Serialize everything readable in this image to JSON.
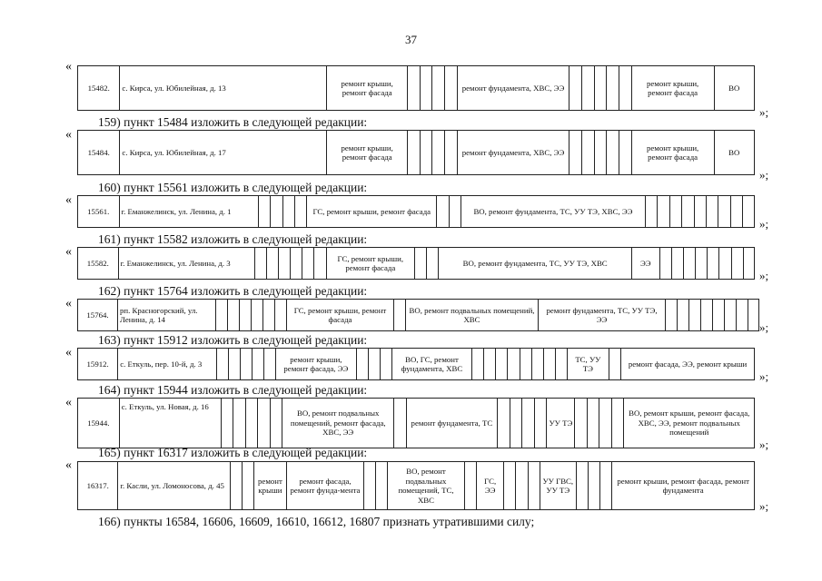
{
  "page_number": "37",
  "quote_open": "«",
  "quote_close": "»;",
  "entries": [
    {
      "row": {
        "number": "15482.",
        "address": "с. Кирса, ул. Юбилейная, д. 13",
        "w1": "ремонт крыши, ремонт фасада",
        "w2": "ремонт фундамента, ХВС, ЭЭ",
        "w3": "ремонт крыши, ремонт фасада",
        "w4": "ВО"
      }
    },
    {
      "caption": "159) пункт 15484 изложить в следующей редакции:",
      "row": {
        "number": "15484.",
        "address": "с. Кирса, ул. Юбилейная, д. 17",
        "w1": "ремонт крыши, ремонт фасада",
        "w2": "ремонт фундамента, ХВС, ЭЭ",
        "w3": "ремонт крыши, ремонт фасада",
        "w4": "ВО"
      }
    },
    {
      "caption": "160) пункт 15561 изложить в следующей редакции:",
      "row": {
        "number": "15561.",
        "address": "г. Еманжелинск, ул. Ленина, д. 1",
        "w1": "ГС, ремонт крыши, ремонт фасада",
        "w2": "ВО, ремонт фундамента, ТС, УУ ТЭ, ХВС, ЭЭ"
      }
    },
    {
      "caption": "161) пункт 15582 изложить в следующей редакции:",
      "row": {
        "number": "15582.",
        "address": "г. Еманжелинск, ул. Ленина, д. 3",
        "w1": "ГС, ремонт крыши, ремонт фасада",
        "w2": "ВО, ремонт фундамента, ТС, УУ ТЭ, ХВС",
        "w3": "ЭЭ"
      }
    },
    {
      "caption": "162) пункт 15764 изложить в следующей редакции:",
      "row": {
        "number": "15764.",
        "address": "рп. Красногорский, ул. Ленина, д. 14",
        "w1": "ГС, ремонт крыши, ремонт фасада",
        "w2": "ВО, ремонт подвальных помещений, ХВС",
        "w3": "ремонт фундамента, ТС, УУ ТЭ, ЭЭ"
      }
    },
    {
      "caption": "163) пункт 15912 изложить в следующей редакции:",
      "row": {
        "number": "15912.",
        "address": "с. Еткуль, пер. 10-й, д. 3",
        "w1": "ремонт крыши, ремонт фасада, ЭЭ",
        "w2": "ВО, ГС, ремонт фундамента, ХВС",
        "w3": "ТС, УУ ТЭ",
        "w4": "ремонт фасада, ЭЭ, ремонт крыши"
      }
    },
    {
      "caption": "164) пункт 15944 изложить в следующей редакции:",
      "row": {
        "number": "15944.",
        "address": "с. Еткуль, ул. Новая, д. 16",
        "w1": "ВО, ремонт подвальных помещений, ремонт фасада, ХВС, ЭЭ",
        "w2": "ремонт фундамента, ТС",
        "w3": "УУ ТЭ",
        "w4": "ВО, ремонт крыши, ремонт фасада, ХВС, ЭЭ, ремонт подвальных помещений"
      }
    },
    {
      "caption": "165) пункт 16317 изложить в следующей редакции:",
      "row": {
        "number": "16317.",
        "address": "г. Касли, ул. Ломоносова, д. 45",
        "w1": "ремонт крыши",
        "w2": "ремонт фасада, ремонт фунда-мента",
        "w3": "ВО, ремонт подвальных помещений, ТС, ХВС",
        "w4": "ГС, ЭЭ",
        "w5": "УУ ГВС, УУ ТЭ",
        "w6": "ремонт крыши, ремонт фасада, ремонт фундамента"
      }
    }
  ],
  "final_clause": "166) пункты 16584, 16606, 16609, 16610, 16612, 16807 признать утратившими силу;"
}
